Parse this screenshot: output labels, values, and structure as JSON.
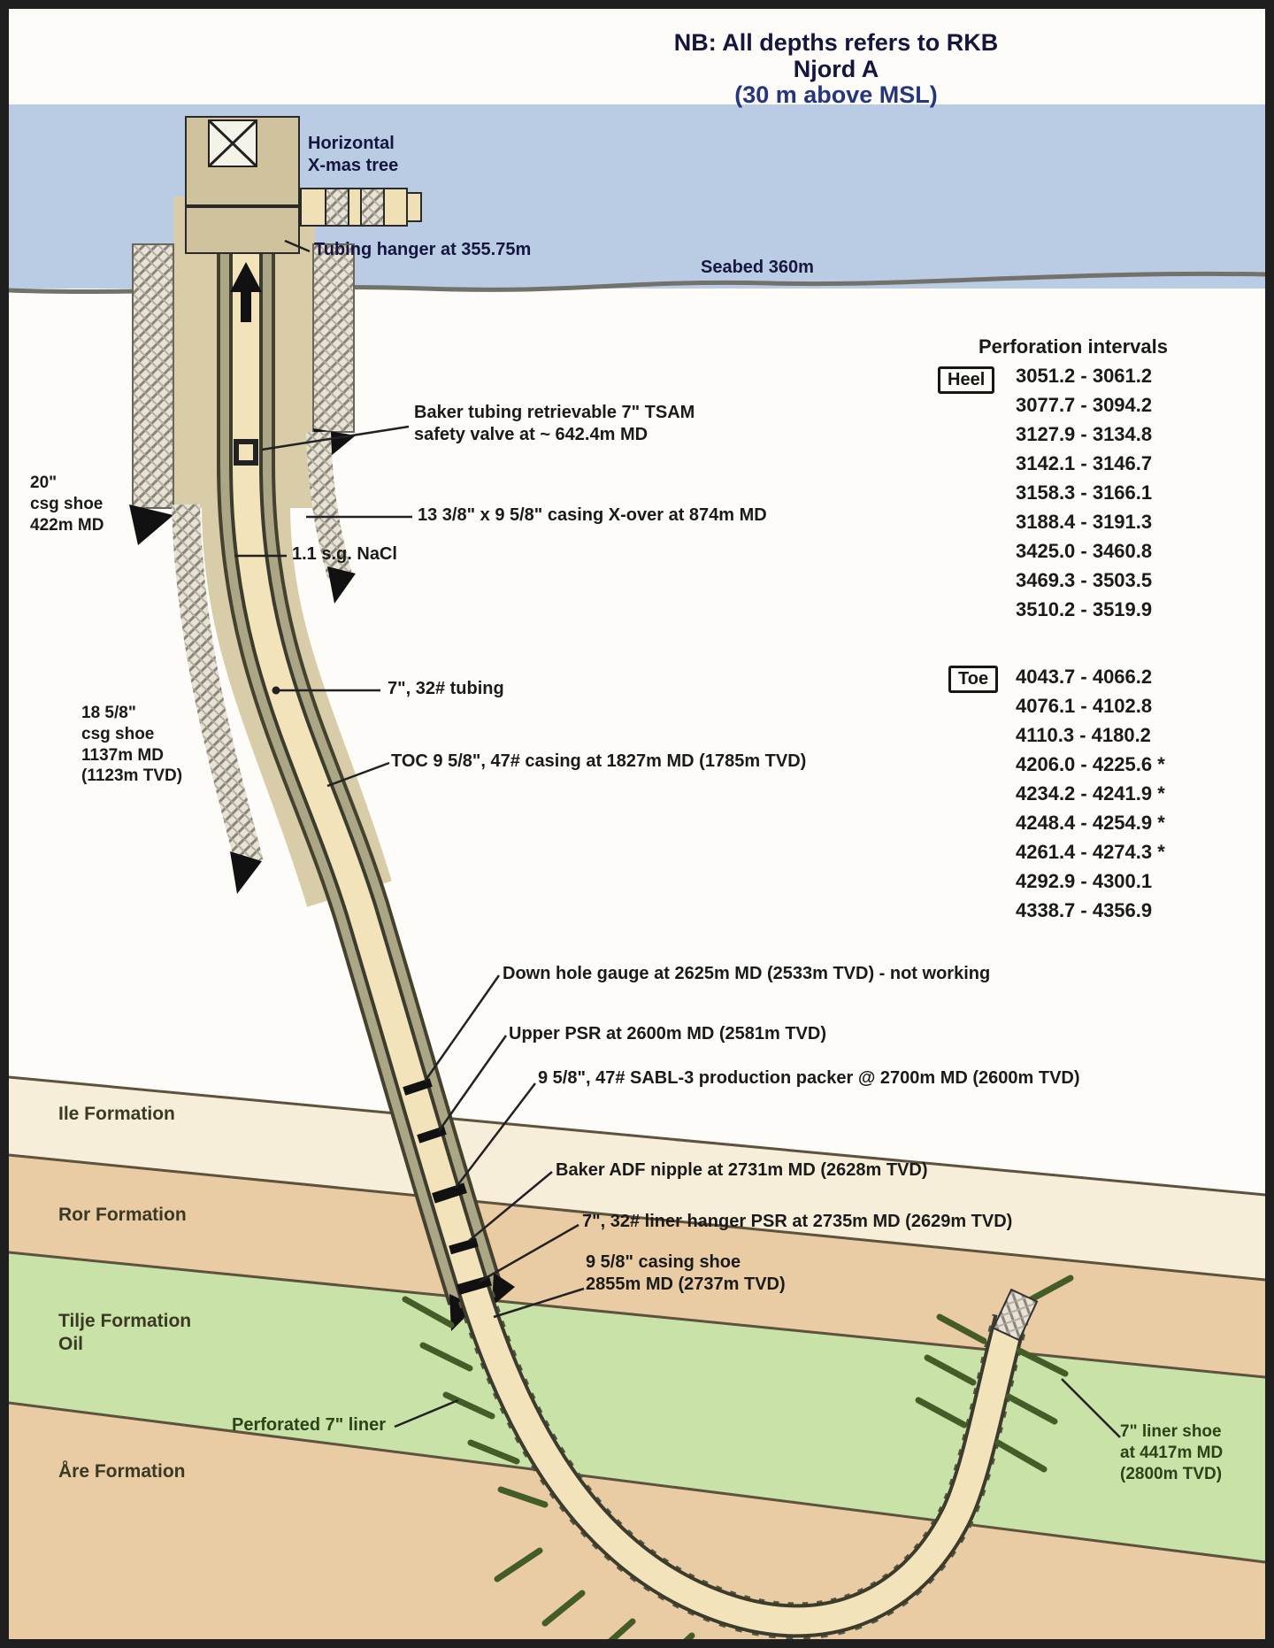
{
  "title": {
    "line1": "NB: All depths refers to RKB",
    "line2": "Njord A",
    "line3": "(30 m above MSL)"
  },
  "sea": {
    "seabed_label": "Seabed 360m"
  },
  "wellhead": {
    "xmas_line1": "Horizontal",
    "xmas_line2": "X-mas tree",
    "tubing_hanger": "Tubing hanger at 355.75m"
  },
  "left_labels": {
    "csg20_line1": "20\"",
    "csg20_line2": "csg shoe",
    "csg20_line3": "422m MD",
    "csg18_line1": "18 5/8\"",
    "csg18_line2": "csg shoe",
    "csg18_line3": "1137m MD",
    "csg18_line4": "(1123m TVD)"
  },
  "annotations": {
    "safety_valve_line1": "Baker tubing retrievable 7\" TSAM",
    "safety_valve_line2": "safety valve at ~ 642.4m MD",
    "xover": "13 3/8\" x 9 5/8\" casing X-over at 874m MD",
    "nacl": "1.1 s.g. NaCl",
    "tubing": "7\", 32# tubing",
    "toc": "TOC 9 5/8\", 47# casing at 1827m MD (1785m TVD)",
    "gauge": "Down hole gauge at 2625m MD (2533m TVD) - not working",
    "upper_psr": "Upper PSR at 2600m MD (2581m TVD)",
    "packer": "9 5/8\", 47# SABL-3 production packer @ 2700m MD (2600m TVD)",
    "adf_nipple": "Baker ADF nipple at 2731m MD (2628m TVD)",
    "liner_hanger": "7\", 32# liner hanger PSR at 2735m MD (2629m TVD)",
    "casing_shoe_line1": "9 5/8\" casing shoe",
    "casing_shoe_line2": "2855m MD (2737m TVD)",
    "perforated_liner": "Perforated 7\" liner",
    "liner_shoe_line1": "7\" liner shoe",
    "liner_shoe_line2": "at 4417m MD",
    "liner_shoe_line3": "(2800m TVD)"
  },
  "formations": [
    {
      "name": "Ile Formation"
    },
    {
      "name": "Ror Formation"
    },
    {
      "name": "Tilje Formation",
      "sub": "Oil"
    },
    {
      "name": "Åre Formation"
    }
  ],
  "perforations": {
    "header": "Perforation intervals",
    "groups": [
      {
        "tag": "Heel",
        "intervals": [
          "3051.2 - 3061.2",
          "3077.7 - 3094.2",
          "3127.9 - 3134.8",
          "3142.1 - 3146.7",
          "3158.3 - 3166.1",
          "3188.4 - 3191.3",
          "3425.0 - 3460.8",
          "3469.3 - 3503.5",
          "3510.2 - 3519.9"
        ]
      },
      {
        "tag": "Toe",
        "intervals": [
          "4043.7 - 4066.2",
          "4076.1 - 4102.8",
          "4110.3 - 4180.2",
          "4206.0 - 4225.6 *",
          "4234.2 - 4241.9 *",
          "4248.4 - 4254.9 *",
          "4261.4 - 4274.3 *",
          "4292.9 - 4300.1",
          "4338.7 - 4356.9"
        ]
      }
    ]
  },
  "colors": {
    "sea": "#b9cce4",
    "ile_band": "#f6eed8",
    "ror_band": "#e9cba4",
    "tilje_band": "#c9e2a7",
    "are_band": "#e9cba4",
    "casing": "#aba685",
    "tubing": "#f3e3ba"
  }
}
